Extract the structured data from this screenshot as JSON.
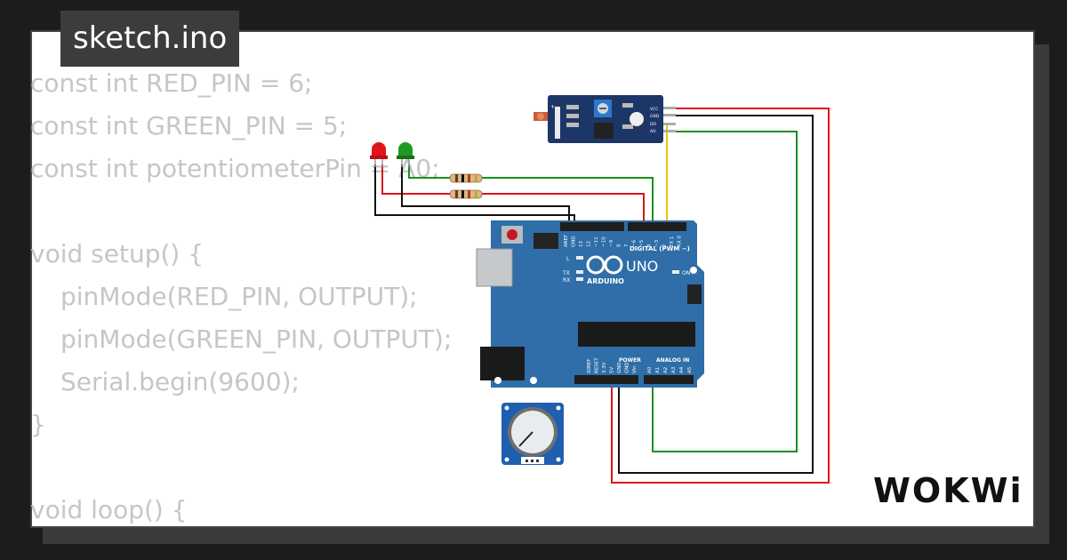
{
  "file_tab": {
    "name": "sketch.ino"
  },
  "code_lines": [
    {
      "text": "const int RED_PIN = 6;",
      "indent": false
    },
    {
      "text": "const int GREEN_PIN = 5;",
      "indent": false
    },
    {
      "text": "const int potentiometerPin = A0;",
      "indent": false
    },
    {
      "text": "",
      "indent": false
    },
    {
      "text": "void setup() {",
      "indent": false
    },
    {
      "text": "pinMode(RED_PIN, OUTPUT);",
      "indent": true
    },
    {
      "text": "pinMode(GREEN_PIN, OUTPUT);",
      "indent": true
    },
    {
      "text": "Serial.begin(9600);",
      "indent": true
    },
    {
      "text": "}",
      "indent": false
    },
    {
      "text": "",
      "indent": false
    },
    {
      "text": "void loop() {",
      "indent": false
    }
  ],
  "board": {
    "name_uno": "UNO",
    "name_arduino": "ARDUINO",
    "digital_label": "DIGITAL (PWM ~)",
    "power_label": "POWER",
    "analog_label": "ANALOG IN",
    "tx_label": "TX",
    "rx_label": "RX",
    "l_label": "L",
    "on_label": "ON",
    "top_pins": [
      "AREF",
      "GND",
      "13",
      "12",
      "~11",
      "~10",
      "~9",
      "8",
      "7",
      "~6",
      "~5",
      "4",
      "~3",
      "2",
      "TX 1",
      "RX 0"
    ],
    "power_pins": [
      "IOREF",
      "RESET",
      "3.3V",
      "5V",
      "GND",
      "GND",
      "Vin"
    ],
    "analog_pins": [
      "A0",
      "A1",
      "A2",
      "A3",
      "A4",
      "A5"
    ]
  },
  "sensor_labels": {
    "vcc": "VCC",
    "gnd": "GND",
    "do": "DO",
    "ao": "AO"
  },
  "wire_colors": {
    "red": "#e0131a",
    "black": "#111111",
    "green": "#17911c",
    "yellow": "#f2c500"
  },
  "colors": {
    "board": "#2f6ea8",
    "code_text": "#c6c6c6",
    "tab_bg": "#3c3c3c"
  },
  "brand": {
    "logo": "WOKWi"
  }
}
